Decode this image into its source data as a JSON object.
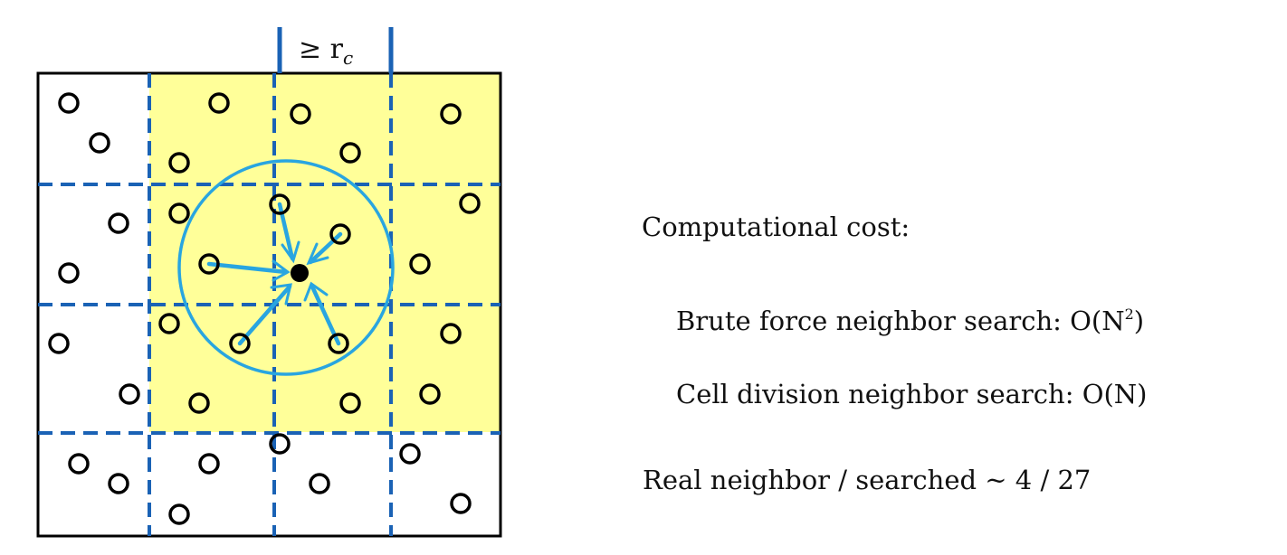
{
  "diagram": {
    "cutoff_label": "≥ r",
    "cutoff_subscript": "c",
    "colors": {
      "highlight_cells": "#ffff99",
      "grid_dash": "#1a62b5",
      "cutoff_circle": "#29a5e0",
      "arrows": "#29a5e0",
      "outline": "#000000",
      "center_particle": "#000000"
    }
  },
  "cost": {
    "heading": "Computational cost:",
    "brute_force_label": "Brute force neighbor search: O(N",
    "brute_force_exponent": "2",
    "brute_force_close": ")",
    "cell_division": "Cell division neighbor search: O(N)",
    "ratio": "Real neighbor / searched ~ 4 / 27"
  }
}
